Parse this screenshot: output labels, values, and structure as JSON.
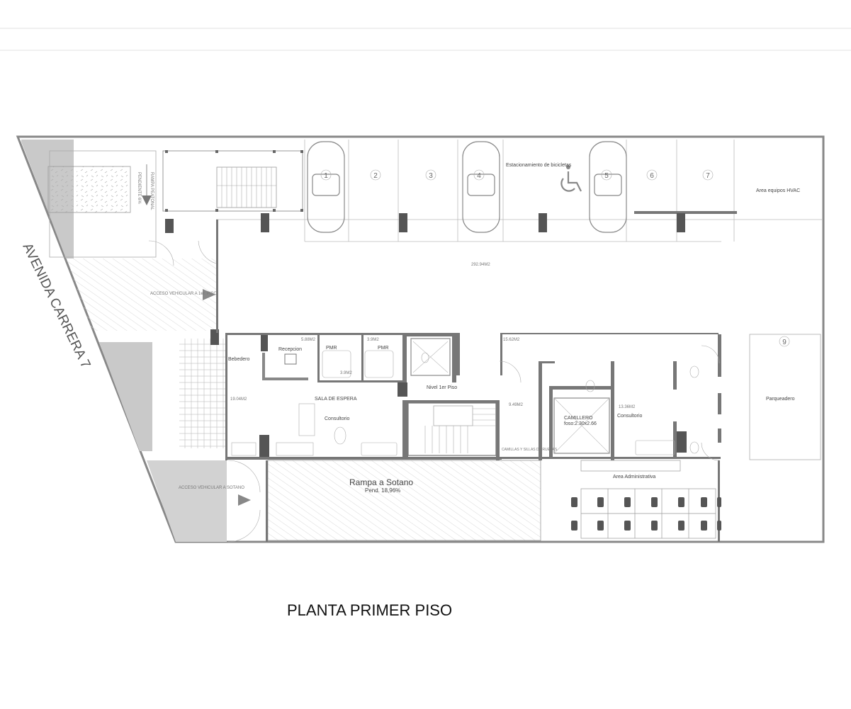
{
  "title": "PLANTA PRIMER PISO",
  "street": "AVENIDA CARRERA 7",
  "parking_numbers": [
    "1",
    "2",
    "3",
    "4",
    "5",
    "6",
    "7",
    "9"
  ],
  "labels": {
    "bike": "Estacionamiento de bicicletas",
    "hvac": "Area equipos HVAC",
    "acceso_1": "ACCESO VEHICULAR A 1er. PISO",
    "acceso_sotano": "ACCESO VEHICULAR A SOTANO",
    "rampa_peatonal": "RAMPA PEATONAL",
    "pendiente": "PENDIENTE 6%",
    "bebedero": "Bebedero",
    "recepcion": "Recepcion",
    "pmr": "PMR",
    "sala": "SALA DE ESPERA",
    "consultorio": "Consultorio",
    "nivel": "Nivel 1er Piso",
    "camillero": "CAMILLERO",
    "foso": "foso:2.30x2.66",
    "camillas": "CAMILLAS Y SILLAS DE RUEDAS",
    "parqueadero": "Parqueadero",
    "area_admin": "Area Administrativa",
    "rampa_sotano": "Rampa a Sotano",
    "pend_sotano": "Pend. 18,96%"
  },
  "areas": {
    "main": "292.94M2",
    "lobby": "19.04M2",
    "recep": "5.88M2",
    "pmr1": "3.9M2",
    "pmr2": "3.9M2",
    "hall": "15.62M2",
    "corr": "9.49M2",
    "cons": "13.36M2"
  }
}
